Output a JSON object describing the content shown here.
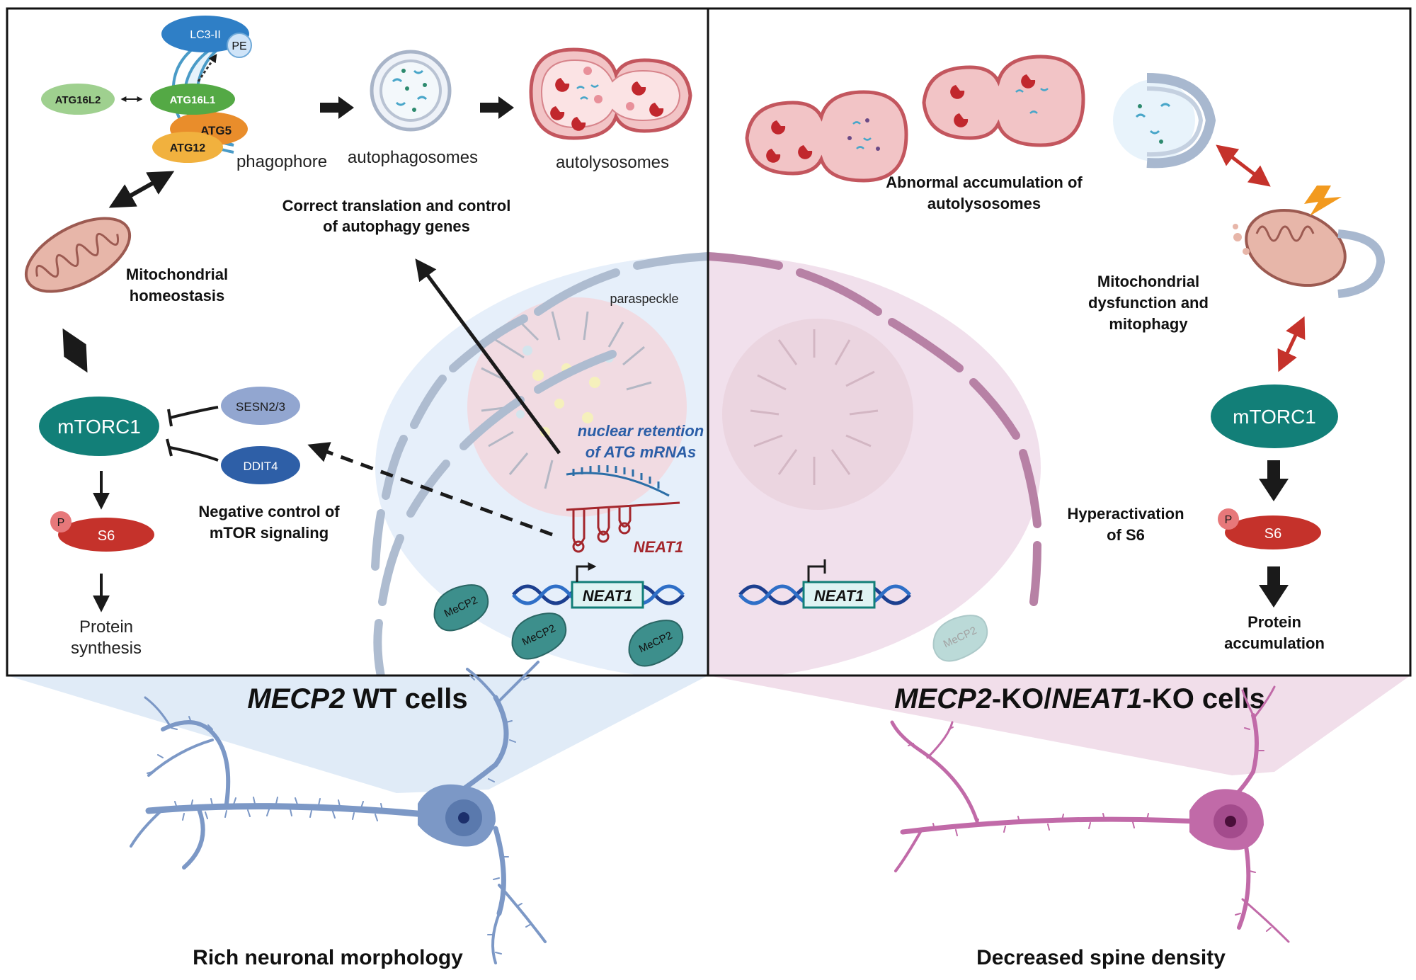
{
  "left_panel": {
    "lc3": "LC3-II",
    "pe": "PE",
    "atg16l2": "ATG16L2",
    "atg16l1": "ATG16L1",
    "atg5": "ATG5",
    "atg12": "ATG12",
    "phagophore": "phagophore",
    "autophagosomes": "autophagosomes",
    "autolysosomes": "autolysosomes",
    "correct_translation": [
      "Correct translation and control",
      "of autophagy genes"
    ],
    "mito_homeostasis": [
      "Mitochondrial",
      "homeostasis"
    ],
    "mtorc1": "mTORC1",
    "sesn": "SESN2/3",
    "ddit4": "DDIT4",
    "p": "P",
    "s6": "S6",
    "negative_control": [
      "Negative control of",
      "mTOR signaling"
    ],
    "protein_synthesis": [
      "Protein",
      "synthesis"
    ],
    "paraspeckle": "paraspeckle",
    "nuclear_retention": [
      "nuclear retention",
      "of ATG mRNAs"
    ],
    "neat1_rna": "NEAT1",
    "neat1_gene": "NEAT1",
    "mecp2": "MeCP2"
  },
  "right_panel": {
    "abnormal": [
      "Abnormal accumulation of",
      "autolysosomes"
    ],
    "mito_dysfunction": [
      "Mitochondrial",
      "dysfunction and",
      "mitophagy"
    ],
    "mtorc1": "mTORC1",
    "hyperactivation": [
      "Hyperactivation",
      "of S6"
    ],
    "p": "P",
    "s6": "S6",
    "protein_accumulation": [
      "Protein",
      "accumulation"
    ],
    "neat1_gene": "NEAT1",
    "mecp2": "MeCP2"
  },
  "bottom": {
    "wt_title_gene": "MECP2",
    "wt_title_rest": " WT cells",
    "ko_title_gene1": "MECP2",
    "ko_title_mid": "-KO/",
    "ko_title_gene2": "NEAT1",
    "ko_title_rest": "-KO cells",
    "wt_caption": "Rich neuronal morphology",
    "ko_caption": "Decreased spine density"
  },
  "colors": {
    "teal": "#127f78",
    "red": "#c5322b",
    "blue_dark": "#2b5ea7",
    "neuron_blue": "#7c98c6",
    "neuron_pink": "#c16aa8",
    "mecp2": "#3d8f8c"
  }
}
